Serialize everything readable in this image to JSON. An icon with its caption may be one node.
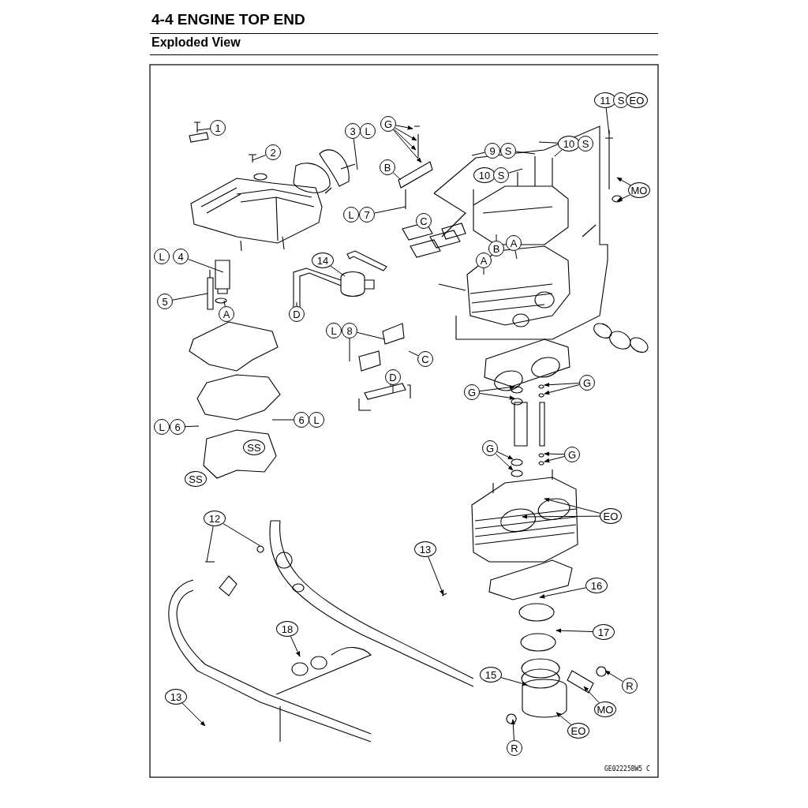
{
  "diagram": {
    "title": "4-4 ENGINE TOP END",
    "nodes": [
      {
        "text": [
          "1"
        ]
      },
      {
        "text": [
          "2"
        ]
      },
      {
        "text": [
          "3"
        ]
      },
      {
        "text": [
          "L"
        ]
      },
      {
        "text": [
          "G"
        ]
      },
      {
        "text": [
          "B"
        ]
      },
      {
        "text": [
          "L"
        ]
      },
      {
        "text": [
          "7"
        ]
      },
      {
        "text": [
          "L"
        ]
      },
      {
        "text": [
          "4"
        ]
      },
      {
        "text": [
          "5"
        ]
      },
      {
        "text": [
          "A"
        ]
      },
      {
        "text": [
          "14"
        ]
      },
      {
        "text": [
          "D"
        ]
      },
      {
        "text": [
          "L"
        ]
      },
      {
        "text": [
          "8"
        ]
      },
      {
        "text": [
          "C"
        ]
      },
      {
        "text": [
          "D"
        ]
      },
      {
        "text": [
          "L"
        ]
      },
      {
        "text": [
          "6"
        ]
      },
      {
        "text": [
          "6"
        ]
      },
      {
        "text": [
          "L"
        ]
      },
      {
        "text": [
          "SS"
        ]
      },
      {
        "text": [
          "SS"
        ]
      },
      {
        "text": [
          "11"
        ]
      },
      {
        "text": [
          "S"
        ]
      },
      {
        "text": [
          "EO"
        ]
      },
      {
        "text": [
          "9"
        ]
      },
      {
        "text": [
          "S"
        ]
      },
      {
        "text": [
          "10"
        ]
      },
      {
        "text": [
          "S"
        ]
      },
      {
        "text": [
          "10"
        ]
      },
      {
        "text": [
          "S"
        ]
      },
      {
        "text": [
          "MO"
        ]
      },
      {
        "text": [
          "B"
        ]
      },
      {
        "text": [
          "A"
        ]
      },
      {
        "text": [
          "A"
        ]
      },
      {
        "text": [
          "C"
        ]
      },
      {
        "text": [
          "G"
        ]
      },
      {
        "text": [
          "G"
        ]
      },
      {
        "text": [
          "G"
        ]
      },
      {
        "text": [
          "G"
        ]
      },
      {
        "text": [
          "EO"
        ]
      },
      {
        "text": [
          "16"
        ]
      },
      {
        "text": [
          "17"
        ]
      },
      {
        "text": [
          "15"
        ]
      },
      {
        "text": [
          "R"
        ]
      },
      {
        "text": [
          "MO"
        ]
      },
      {
        "text": [
          "EO"
        ]
      },
      {
        "text": [
          "R"
        ]
      },
      {
        "text": [
          "12"
        ]
      },
      {
        "text": [
          "13"
        ]
      },
      {
        "text": [
          "18"
        ]
      },
      {
        "text": [
          "13"
        ]
      }
    ],
    "edges": [
      {
        "from": 0,
        "to": null,
        "arrow": "none"
      },
      {
        "from": 1,
        "to": null,
        "arrow": "none"
      },
      {
        "from": 2,
        "to": null,
        "arrow": "none"
      },
      {
        "from": 4,
        "to": null,
        "arrow": "to"
      },
      {
        "from": 4,
        "to": null,
        "arrow": "to"
      },
      {
        "from": 4,
        "to": null,
        "arrow": "to"
      },
      {
        "from": 4,
        "to": null,
        "arrow": "to"
      },
      {
        "from": 5,
        "to": null,
        "arrow": "none"
      },
      {
        "from": 7,
        "to": null,
        "arrow": "none"
      },
      {
        "from": 9,
        "to": null,
        "arrow": "none"
      },
      {
        "from": 10,
        "to": null,
        "arrow": "none"
      },
      {
        "from": 11,
        "to": null,
        "arrow": "none"
      },
      {
        "from": 12,
        "to": null,
        "arrow": "none"
      },
      {
        "from": 13,
        "to": null,
        "arrow": "none"
      },
      {
        "from": 15,
        "to": null,
        "arrow": "none"
      },
      {
        "from": 15,
        "to": null,
        "arrow": "none"
      },
      {
        "from": 16,
        "to": null,
        "arrow": "none"
      },
      {
        "from": 17,
        "to": null,
        "arrow": "none"
      },
      {
        "from": 19,
        "to": null,
        "arrow": "none"
      },
      {
        "from": 20,
        "to": null,
        "arrow": "none"
      },
      {
        "from": 24,
        "to": null,
        "arrow": "none"
      },
      {
        "from": 27,
        "to": null,
        "arrow": "none"
      },
      {
        "from": 28,
        "to": null,
        "arrow": "none"
      },
      {
        "from": 29,
        "to": null,
        "arrow": "none"
      },
      {
        "from": 29,
        "to": null,
        "arrow": "none"
      },
      {
        "from": 32,
        "to": null,
        "arrow": "none"
      },
      {
        "from": 33,
        "to": null,
        "arrow": "to"
      },
      {
        "from": 33,
        "to": null,
        "arrow": "to"
      },
      {
        "from": 34,
        "to": null,
        "arrow": "none"
      },
      {
        "from": 35,
        "to": null,
        "arrow": "none"
      },
      {
        "from": 36,
        "to": null,
        "arrow": "none"
      },
      {
        "from": 38,
        "to": null,
        "arrow": "to"
      },
      {
        "from": 38,
        "to": null,
        "arrow": "to"
      },
      {
        "from": 39,
        "to": null,
        "arrow": "to"
      },
      {
        "from": 39,
        "to": null,
        "arrow": "to"
      },
      {
        "from": 40,
        "to": null,
        "arrow": "to"
      },
      {
        "from": 40,
        "to": null,
        "arrow": "to"
      },
      {
        "from": 41,
        "to": null,
        "arrow": "to"
      },
      {
        "from": 41,
        "to": null,
        "arrow": "to"
      },
      {
        "from": 42,
        "to": null,
        "arrow": "to"
      },
      {
        "from": 42,
        "to": null,
        "arrow": "to"
      },
      {
        "from": 43,
        "to": null,
        "arrow": "to"
      },
      {
        "from": 44,
        "to": null,
        "arrow": "to"
      },
      {
        "from": 45,
        "to": null,
        "arrow": "to"
      },
      {
        "from": 46,
        "to": null,
        "arrow": "to"
      },
      {
        "from": 47,
        "to": null,
        "arrow": "to"
      },
      {
        "from": 48,
        "to": null,
        "arrow": "to"
      },
      {
        "from": 49,
        "to": null,
        "arrow": "to"
      },
      {
        "from": 50,
        "to": null,
        "arrow": "none"
      },
      {
        "from": 50,
        "to": null,
        "arrow": "none"
      },
      {
        "from": 51,
        "to": null,
        "arrow": "to"
      },
      {
        "from": 52,
        "to": null,
        "arrow": "to"
      },
      {
        "from": 53,
        "to": null,
        "arrow": "to"
      }
    ],
    "labels": [
      "Exploded View",
      "GE02225BW5 C"
    ]
  }
}
